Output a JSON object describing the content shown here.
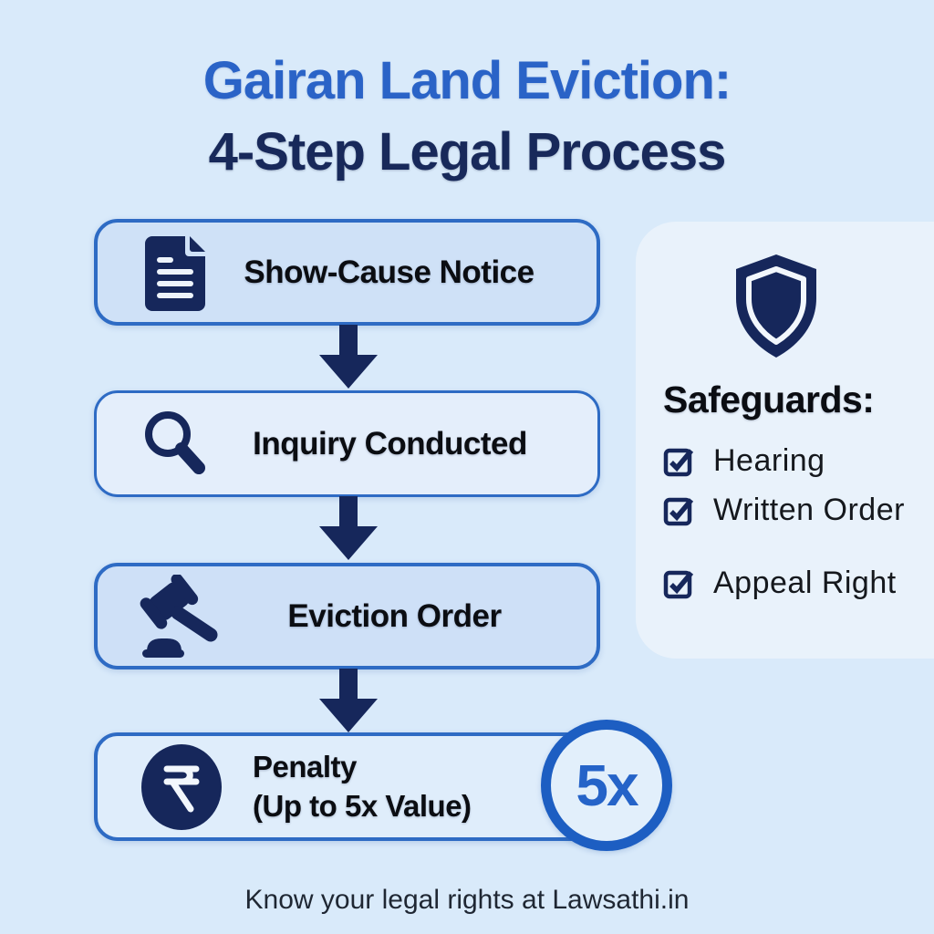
{
  "title": {
    "line1": "Gairan Land Eviction:",
    "line2": "4-Step Legal Process"
  },
  "steps": [
    {
      "label": "Show-Cause Notice",
      "icon": "document-icon"
    },
    {
      "label": "Inquiry Conducted",
      "icon": "magnifier-icon"
    },
    {
      "label": "Eviction Order",
      "icon": "gavel-icon"
    },
    {
      "label": "Penalty",
      "sublabel": "(Up to 5x Value)",
      "icon": "rupee-icon",
      "badge": "5x"
    }
  ],
  "safeguards": {
    "heading": "Safeguards:",
    "icon": "shield-icon",
    "items": [
      {
        "label": "Hearing",
        "checked": true
      },
      {
        "label": "Written Order",
        "checked": true
      },
      {
        "label": "Appeal Right",
        "checked": true
      }
    ]
  },
  "footer": {
    "text": "Know your legal rights at Lawsathi.in"
  },
  "colors": {
    "background": "#d9eafa",
    "title_blue": "#2a63c7",
    "title_navy": "#18295a",
    "box_border": "#2e6bc4",
    "box_fill_light": "#cfe1f7",
    "box_fill_lighter": "#e4eefb",
    "icon_navy": "#16275b",
    "badge_blue": "#2563c8",
    "panel_fill": "#e9f2fb",
    "text_dark": "#0b0d12"
  }
}
